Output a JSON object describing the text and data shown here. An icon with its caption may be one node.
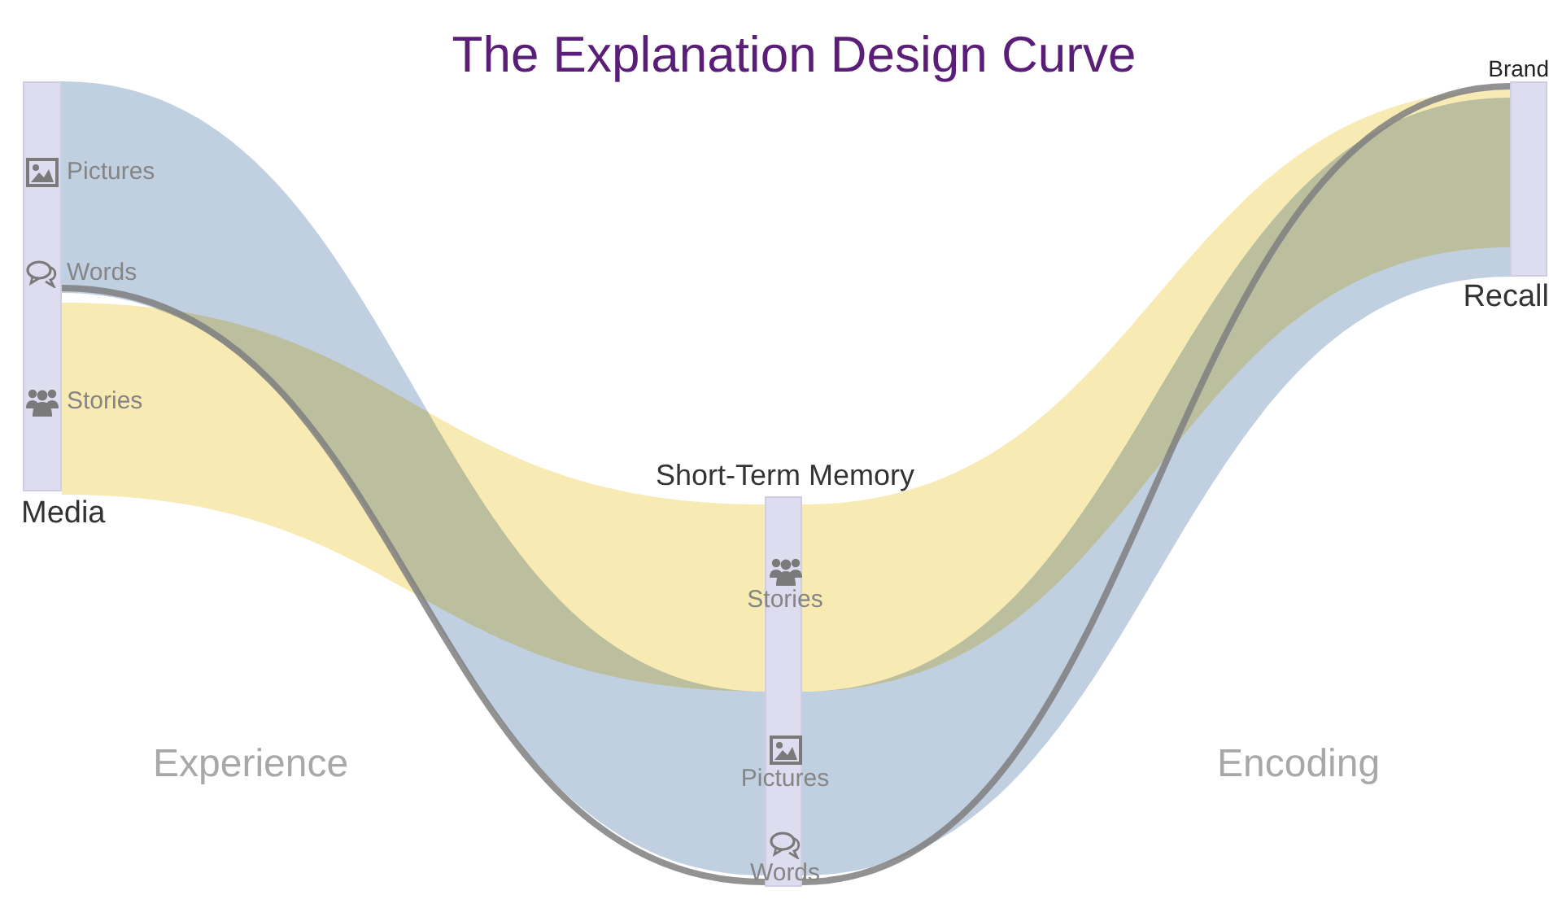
{
  "diagram": {
    "title": "The Explanation Design Curve",
    "nodes": [
      {
        "text": [
          "Media"
        ]
      },
      {
        "text": [
          "Pictures"
        ]
      },
      {
        "text": [
          "Words"
        ]
      },
      {
        "text": [
          "Stories"
        ]
      },
      {
        "text": [
          "Short-Term Memory"
        ]
      },
      {
        "text": [
          "Stories"
        ]
      },
      {
        "text": [
          "Pictures"
        ]
      },
      {
        "text": [
          "Words"
        ]
      },
      {
        "text": [
          "Brand",
          "Recall"
        ]
      }
    ],
    "edges": [
      {
        "from": 1,
        "to": 6,
        "arrow": "none",
        "color": "#b6c8da"
      },
      {
        "from": 3,
        "to": 5,
        "arrow": "none",
        "color": "#f6e6a6"
      },
      {
        "from": 2,
        "to": 7,
        "arrow": "none",
        "color": "#7f7f7f"
      },
      {
        "from": 6,
        "to": 8,
        "arrow": "none",
        "color": "#b6c8da"
      },
      {
        "from": 5,
        "to": 8,
        "arrow": "none",
        "color": "#f6e6a6"
      },
      {
        "from": 7,
        "to": 8,
        "arrow": "none",
        "color": "#7f7f7f"
      }
    ],
    "labels": [
      "Experience",
      "Encoding"
    ]
  }
}
